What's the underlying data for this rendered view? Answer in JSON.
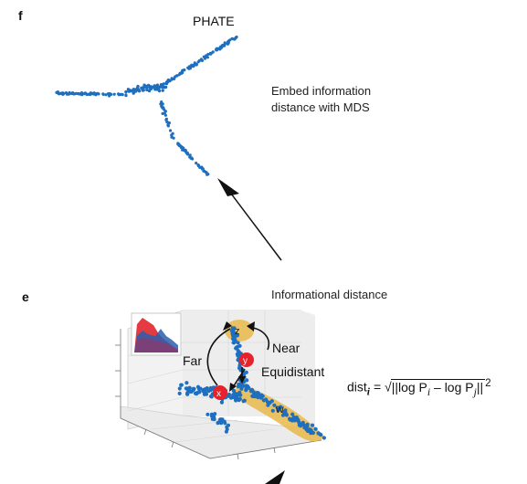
{
  "panel_f": {
    "letter": "f",
    "title": "PHATE",
    "caption_line1": "Embed information",
    "caption_line2": "distance with MDS"
  },
  "panel_e": {
    "letter": "e",
    "title": "Informational distance",
    "points": {
      "z": "z",
      "y": "y",
      "x": "x",
      "w": "w"
    },
    "labels": {
      "far": "Far",
      "near": "Near",
      "equidistant": "Equidistant"
    },
    "formula": {
      "lhs": "dist",
      "lhs_sub": "i",
      "inner": "||log P",
      "sub_i": "i",
      "minus": " – log P",
      "sub_j": "j",
      "close": "||",
      "sup": "2"
    }
  },
  "colors": {
    "points": "#1f6fc0",
    "highlight": "#e8b84a",
    "marker": "#e8222a",
    "hist_red": "#e0262c",
    "hist_blue": "#2a5fb0"
  }
}
